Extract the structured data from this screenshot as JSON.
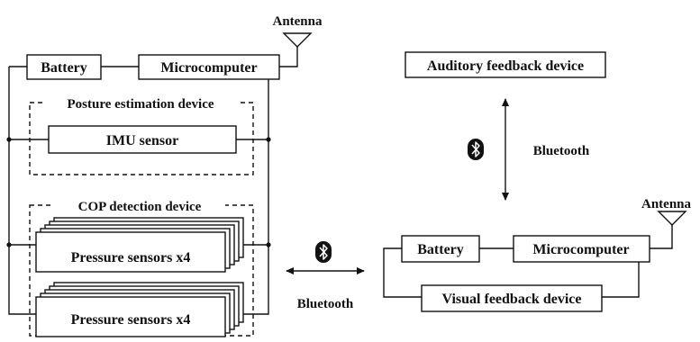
{
  "diagram": {
    "left_system": {
      "antenna": "Antenna",
      "battery": "Battery",
      "microcomputer": "Microcomputer",
      "posture_group": "Posture estimation device",
      "imu_sensor": "IMU sensor",
      "cop_group": "COP detection device",
      "pressure_sensors_top": "Pressure sensors x4",
      "pressure_sensors_bottom": "Pressure sensors x4"
    },
    "right_system": {
      "auditory_device": "Auditory feedback device",
      "antenna": "Antenna",
      "battery": "Battery",
      "microcomputer": "Microcomputer",
      "visual_device": "Visual feedback device"
    },
    "links": {
      "bluetooth_vertical": "Bluetooth",
      "bluetooth_horizontal": "Bluetooth"
    },
    "icons": [
      "bluetooth-icon",
      "antenna-icon"
    ]
  }
}
